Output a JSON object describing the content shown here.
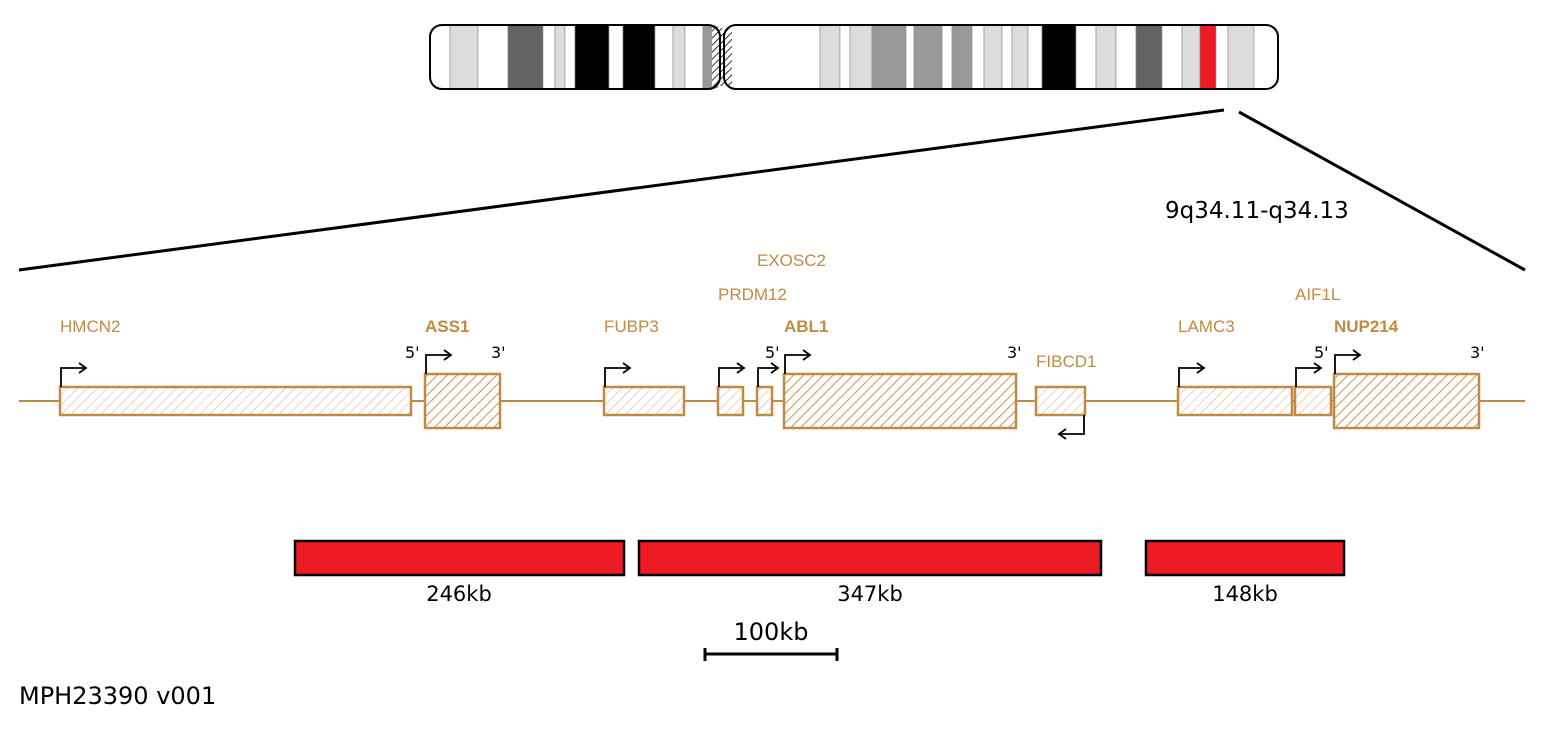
{
  "colors": {
    "gene": "#c08a45",
    "probe": "#ed1c24",
    "highlight": "#ed1c24",
    "ink": "#000000"
  },
  "region_label": "9q34.11-q34.13",
  "product_id": "MPH23390 v001",
  "scale_bar_label": "100kb",
  "chromosome": {
    "bands_p": [
      "white",
      "gray-light",
      "white",
      "gray-dark",
      "white",
      "gray-light",
      "white",
      "black",
      "white",
      "black",
      "white",
      "gray-light",
      "white",
      "gray-mid",
      "white"
    ],
    "bands_q": [
      "white",
      "gray-light",
      "white",
      "gray-light",
      "gray-mid",
      "white",
      "gray-mid",
      "white",
      "gray-mid",
      "white",
      "gray-light",
      "white",
      "gray-light",
      "white",
      "black",
      "white",
      "gray-light",
      "white",
      "gray-dark",
      "white",
      "gray-light",
      "red",
      "white",
      "gray-light"
    ]
  },
  "genes": [
    {
      "name": "HMCN2",
      "bold": false
    },
    {
      "name": "ASS1",
      "bold": true,
      "five_prime": "5'",
      "three_prime": "3'"
    },
    {
      "name": "FUBP3",
      "bold": false
    },
    {
      "name": "EXOSC2",
      "bold": false
    },
    {
      "name": "PRDM12",
      "bold": false
    },
    {
      "name": "ABL1",
      "bold": true,
      "five_prime": "5'",
      "three_prime": "3'"
    },
    {
      "name": "FIBCD1",
      "bold": false
    },
    {
      "name": "LAMC3",
      "bold": false
    },
    {
      "name": "AIF1L",
      "bold": false
    },
    {
      "name": "NUP214",
      "bold": true,
      "five_prime": "5'",
      "three_prime": "3'"
    }
  ],
  "probes": [
    {
      "label": "246kb"
    },
    {
      "label": "347kb"
    },
    {
      "label": "148kb"
    }
  ]
}
